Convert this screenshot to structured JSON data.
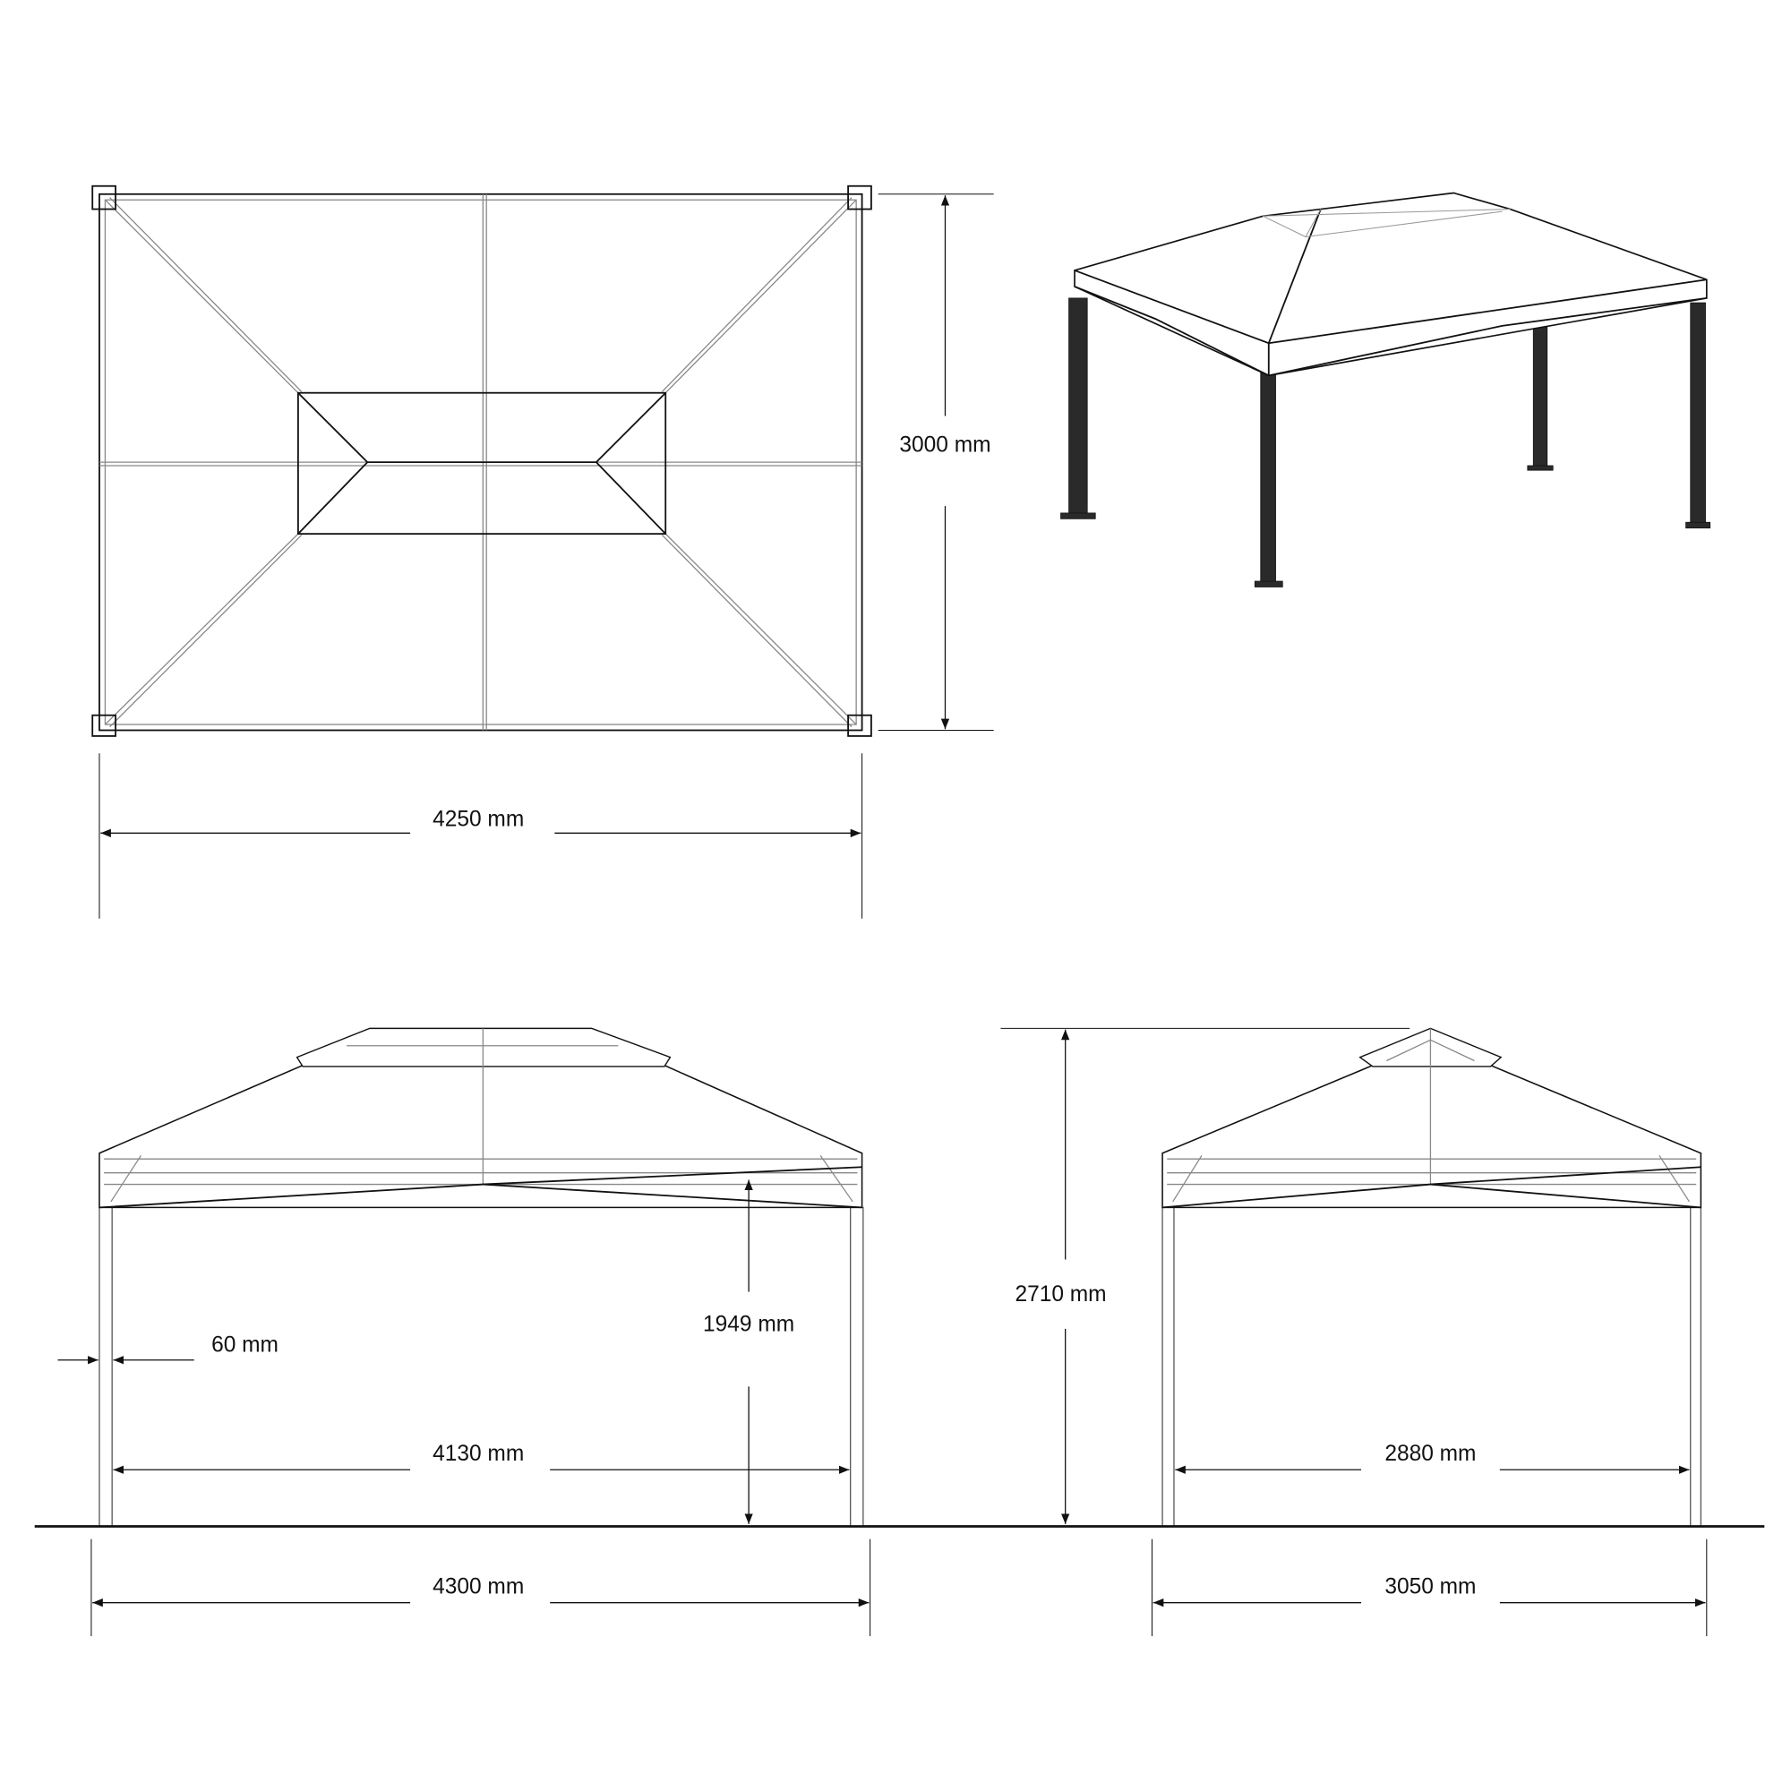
{
  "views": {
    "top": {
      "depth_label": "3000 mm",
      "width_label": "4250 mm"
    },
    "front": {
      "post_size_label": "60 mm",
      "clear_height_label": "1949 mm",
      "inner_width_label": "4130 mm",
      "outer_width_label": "4300 mm"
    },
    "side": {
      "total_height_label": "2710 mm",
      "inner_width_label": "2880 mm",
      "outer_width_label": "3050 mm"
    }
  },
  "colors": {
    "line": "#111111",
    "frame": "#888888",
    "leg": "#2a2a2a"
  }
}
